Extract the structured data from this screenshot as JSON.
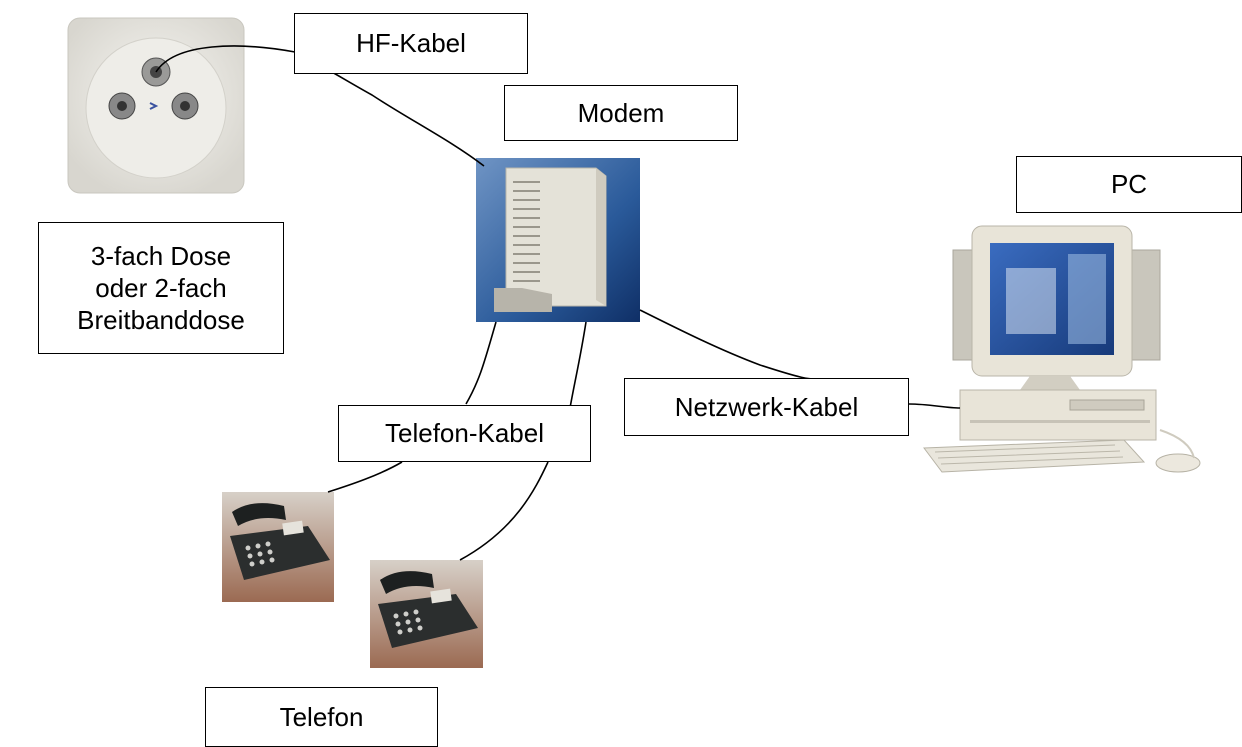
{
  "labels": {
    "hf_kabel": "HF-Kabel",
    "modem": "Modem",
    "pc": "PC",
    "dose_line1": "3-fach Dose",
    "dose_line2": "oder 2-fach",
    "dose_line3": "Breitbanddose",
    "telefon_kabel": "Telefon-Kabel",
    "netzwerk_kabel": "Netzwerk-Kabel",
    "telefon": "Telefon"
  },
  "colors": {
    "wall_socket": "#ecebe6",
    "modem_background": "#2a5a9a",
    "modem_body": "#e4e2d8",
    "pc_beige": "#e8e4d8",
    "phone_body": "#2b2e2e",
    "phone_background": "#b9a59a"
  },
  "icons": [
    "wall-socket-icon",
    "modem-icon",
    "pc-icon",
    "telephone-icon"
  ]
}
